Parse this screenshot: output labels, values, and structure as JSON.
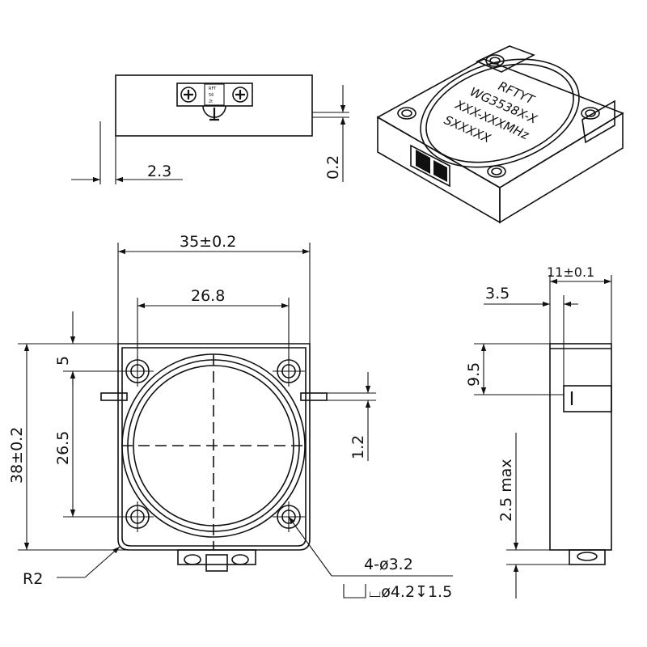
{
  "dimensions": {
    "side_offset": "2.3",
    "side_gap": "0.2",
    "overall_width": "35±0.2",
    "hole_pitch_x": "26.8",
    "hole_edge_top": "5",
    "hole_pitch_y": "26.5",
    "overall_height": "38±0.2",
    "tab_thickness": "1.2",
    "corner_radius": "R2",
    "hole_spec": "4-ø3.2",
    "counterbore_spec": "⌴ø4.2↧1.5",
    "thickness": "11±0.1",
    "tab_offset_side": "3.5",
    "tab_height_side": "9.5",
    "tab_protrusion_max": "2.5 max"
  },
  "label_3d": {
    "brand": "RFTYT",
    "model": "WG3538X-X",
    "freq": "XXX-XXXMHz",
    "serial": "SXXXXX"
  },
  "top_view_marking": [
    "RFT",
    "56",
    "2t"
  ]
}
